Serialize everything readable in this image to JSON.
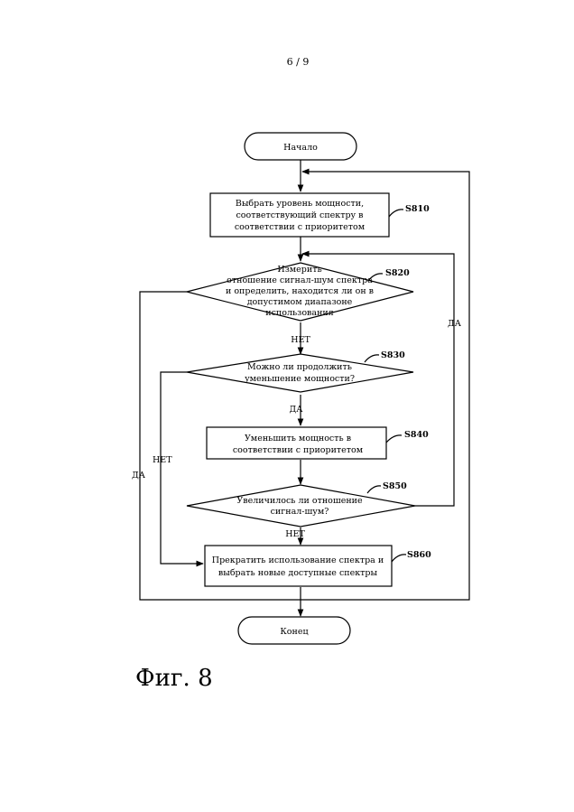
{
  "page_number": "6 / 9",
  "figure_caption": "Фиг. 8",
  "nodes": {
    "start": {
      "text": "Начало"
    },
    "s810": {
      "step": "S810",
      "lines": [
        "Выбрать уровень мощности,",
        "соответствующий спектру в",
        "соответствии с приоритетом"
      ]
    },
    "s820": {
      "step": "S820",
      "lines": [
        "Измерить",
        "отношение сигнал-шум спектра",
        "и определить, находится ли он в",
        "допустимом диапазоне",
        "использования"
      ]
    },
    "s830": {
      "step": "S830",
      "lines": [
        "Можно ли продолжить",
        "уменьшение мощности?"
      ]
    },
    "s840": {
      "step": "S840",
      "lines": [
        "Уменьшить мощность в",
        "соответствии с приоритетом"
      ]
    },
    "s850": {
      "step": "S850",
      "lines": [
        "Увеличилось ли отношение",
        "сигнал-шум?"
      ]
    },
    "s860": {
      "step": "S860",
      "lines": [
        "Прекратить использование спектра и",
        "выбрать новые доступные спектры"
      ]
    },
    "end": {
      "text": "Конец"
    }
  },
  "edge_labels": {
    "s820_no": "НЕТ",
    "s820_yes": "ДА",
    "s830_yes": "ДА",
    "s830_no": "НЕТ",
    "s850_yes": "ДА",
    "s850_no": "НЕТ"
  }
}
